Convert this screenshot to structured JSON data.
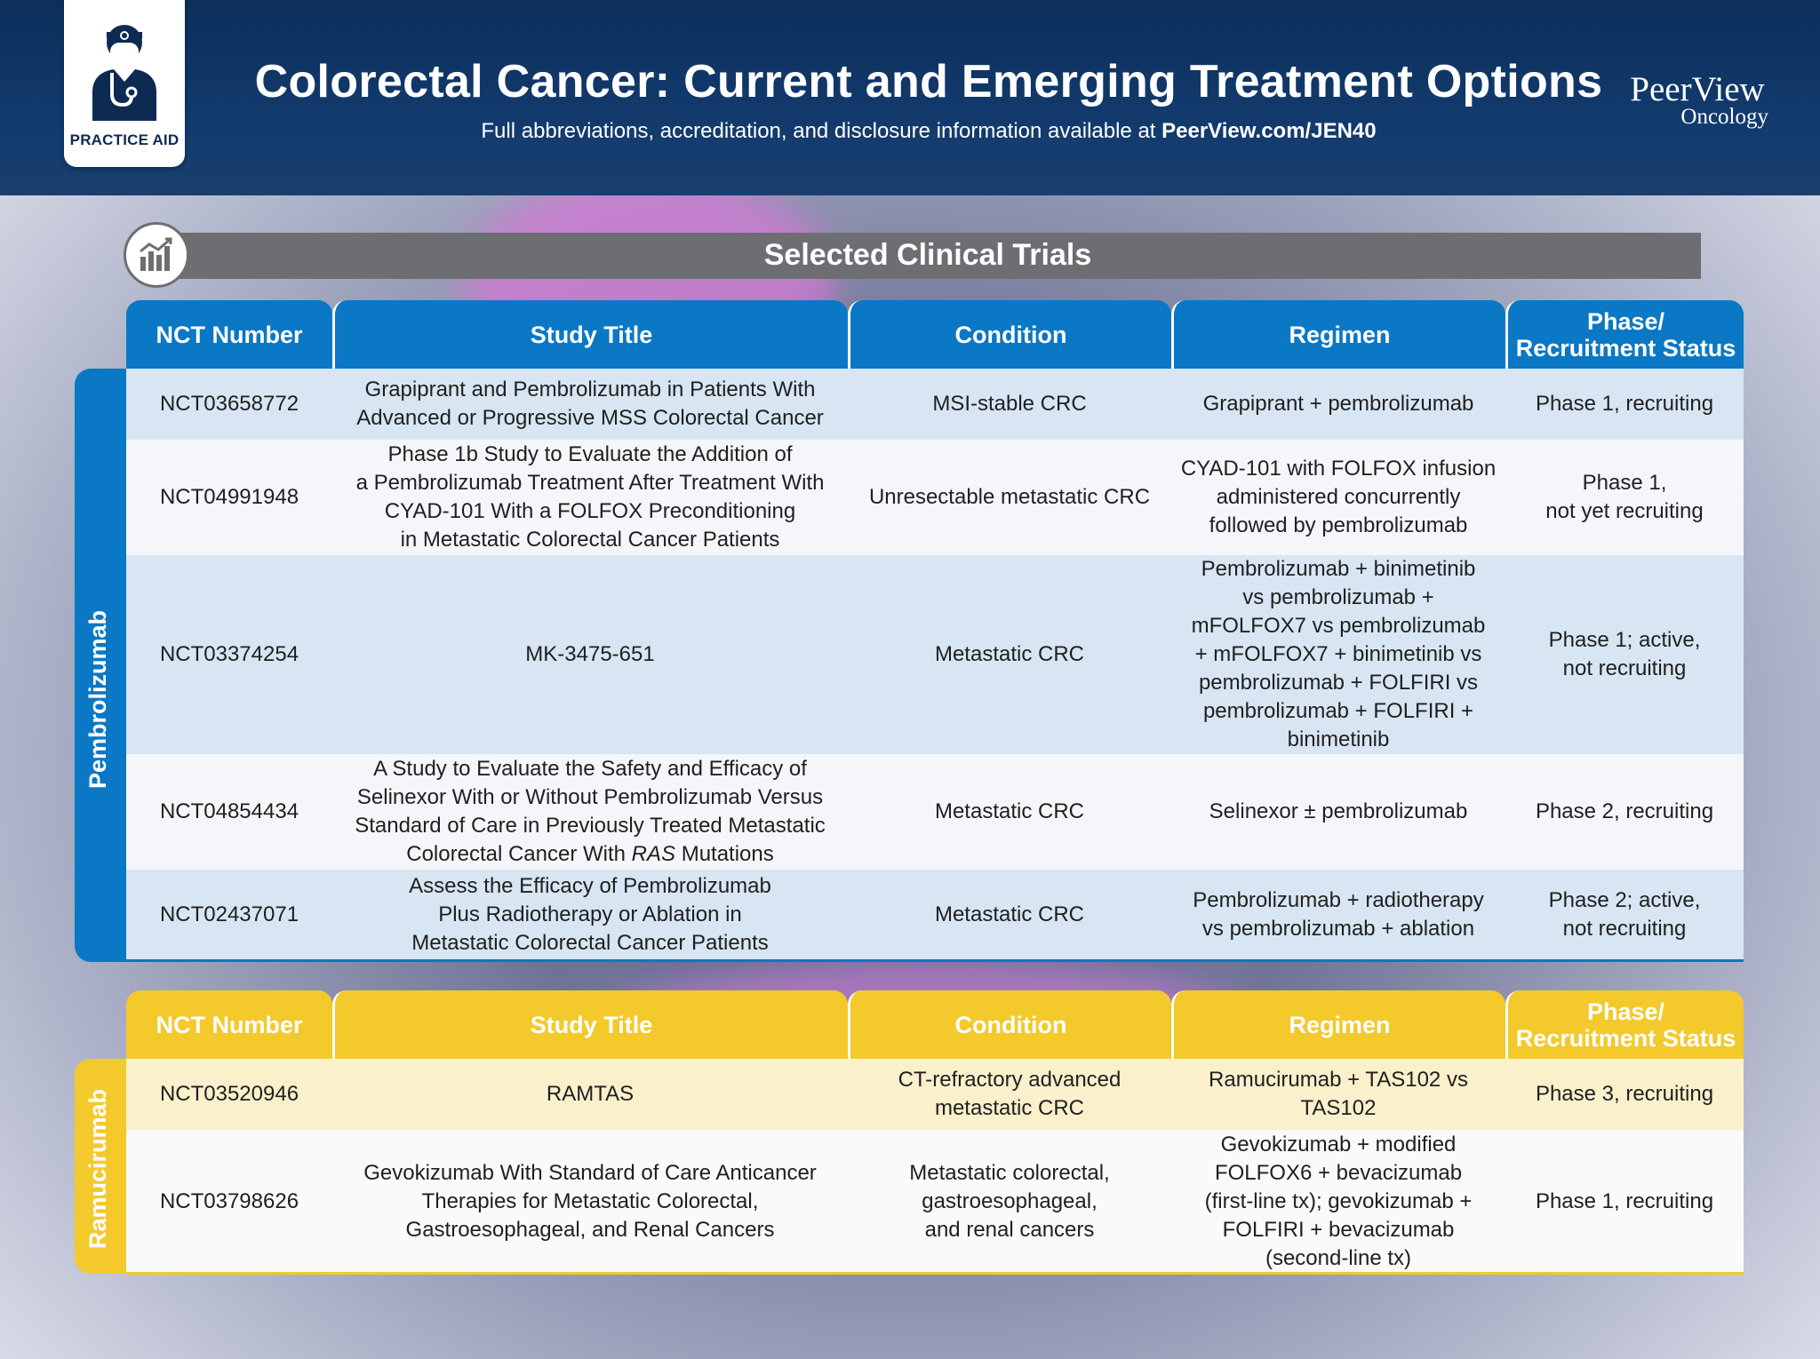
{
  "header": {
    "badge_label": "PRACTICE AID",
    "title": "Colorectal Cancer: Current and Emerging Treatment Options",
    "subtitle_prefix": "Full abbreviations, accreditation, and disclosure information available at ",
    "subtitle_link": "PeerView.com/JEN40",
    "brand_name": "PeerView",
    "brand_sub": "Oncology"
  },
  "section": {
    "title": "Selected Clinical Trials",
    "icon": "bar-chart-icon"
  },
  "colors": {
    "header_bg": "#0c2f5a",
    "blue": "#0a78c4",
    "yellow": "#f3c92c",
    "gray_bar": "#6d6e71"
  },
  "tables": [
    {
      "group": "Pembrolizumab",
      "columns": [
        "NCT Number",
        "Study Title",
        "Condition",
        "Regimen",
        "Phase/\nRecruitment Status"
      ],
      "rows": [
        [
          "NCT03658772",
          "Grapiprant and Pembrolizumab in Patients With\nAdvanced or Progressive MSS Colorectal Cancer",
          "MSI-stable CRC",
          "Grapiprant + pembrolizumab",
          "Phase 1, recruiting"
        ],
        [
          "NCT04991948",
          "Phase 1b Study to Evaluate the Addition of\na Pembrolizumab Treatment After Treatment With\nCYAD-101 With a FOLFOX Preconditioning\nin Metastatic Colorectal Cancer Patients",
          "Unresectable metastatic CRC",
          "CYAD-101 with FOLFOX infusion\nadministered concurrently\nfollowed by pembrolizumab",
          "Phase 1,\nnot yet recruiting"
        ],
        [
          "NCT03374254",
          "MK-3475-651",
          "Metastatic CRC",
          "Pembrolizumab + binimetinib\nvs pembrolizumab +\nmFOLFOX7 vs pembrolizumab\n+ mFOLFOX7 + binimetinib vs\npembrolizumab + FOLFIRI vs\npembrolizumab + FOLFIRI +\nbinimetinib",
          "Phase 1; active,\nnot recruiting"
        ],
        [
          "NCT04854434",
          "A Study to Evaluate the Safety and Efficacy of\nSelinexor With or Without Pembrolizumab Versus\nStandard of Care in Previously Treated Metastatic\nColorectal Cancer With RAS Mutations",
          "Metastatic CRC",
          "Selinexor ± pembrolizumab",
          "Phase 2, recruiting"
        ],
        [
          "NCT02437071",
          "Assess the Efficacy of Pembrolizumab\nPlus Radiotherapy or Ablation in\nMetastatic Colorectal Cancer Patients",
          "Metastatic CRC",
          "Pembrolizumab + radiotherapy\nvs pembrolizumab + ablation",
          "Phase 2; active,\nnot recruiting"
        ]
      ]
    },
    {
      "group": "Ramucirumab",
      "columns": [
        "NCT Number",
        "Study Title",
        "Condition",
        "Regimen",
        "Phase/\nRecruitment Status"
      ],
      "rows": [
        [
          "NCT03520946",
          "RAMTAS",
          "CT-refractory advanced\nmetastatic CRC",
          "Ramucirumab + TAS102 vs\nTAS102",
          "Phase 3, recruiting"
        ],
        [
          "NCT03798626",
          "Gevokizumab With Standard of Care Anticancer\nTherapies for Metastatic Colorectal,\nGastroesophageal, and Renal Cancers",
          "Metastatic colorectal,\ngastroesophageal,\nand renal cancers",
          "Gevokizumab + modified\nFOLFOX6 + bevacizumab\n(first-line tx); gevokizumab +\nFOLFIRI + bevacizumab\n(second-line tx)",
          "Phase 1, recruiting"
        ]
      ]
    }
  ]
}
